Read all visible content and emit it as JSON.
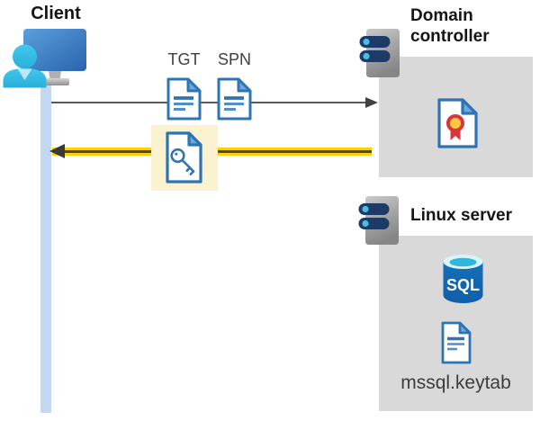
{
  "client": {
    "label": "Client"
  },
  "tickets": {
    "tgt_label": "TGT",
    "spn_label": "SPN"
  },
  "domain_controller": {
    "title": "Domain controller"
  },
  "linux_server": {
    "title": "Linux server",
    "sql_label": "SQL",
    "keytab_label": "mssql.keytab"
  },
  "arrows": [
    {
      "name": "client-to-domain-controller",
      "direction": "right",
      "style": "thin-gray-line"
    },
    {
      "name": "domain-controller-to-client",
      "direction": "left",
      "style": "thick-yellow-highlighted-line"
    }
  ],
  "icons": {
    "client": "client-user-workstation-icon",
    "tgt": "tgt-document-icon",
    "spn": "spn-document-icon",
    "key": "key-document-icon",
    "certificate": "certificate-document-icon",
    "domain_controller": "server-icon",
    "linux_server": "server-icon",
    "sql": "sql-database-icon",
    "keytab": "keytab-document-icon"
  },
  "colors": {
    "document_blue": "#2E74B5",
    "document_fold_blue": "#6FA8DC",
    "monitor_blue_start": "#5B9FDB",
    "monitor_blue_end": "#2A64AE",
    "person_cyan": "#35BEE6",
    "lifeline_blue": "#C3D9F3",
    "panel_gray": "#D9D9D9",
    "server_gray_start": "#C9C9C9",
    "server_gray_end": "#868686",
    "server_bar_navy": "#1E3A66",
    "server_dot_cyan": "#45BEE8",
    "request_arrow_gray": "#58595B",
    "response_arrow_yellow": "#FFD006",
    "arrow_dark": "#414042",
    "highlight_yellow": "#FBF3CF",
    "certificate_red": "#D5373C",
    "certificate_gold": "#FFC83D",
    "sql_body_blue": "#1268B3",
    "sql_top_cyan": "#2FB7DB",
    "title_text": "#151515",
    "label_text": "#3F3F3F"
  }
}
